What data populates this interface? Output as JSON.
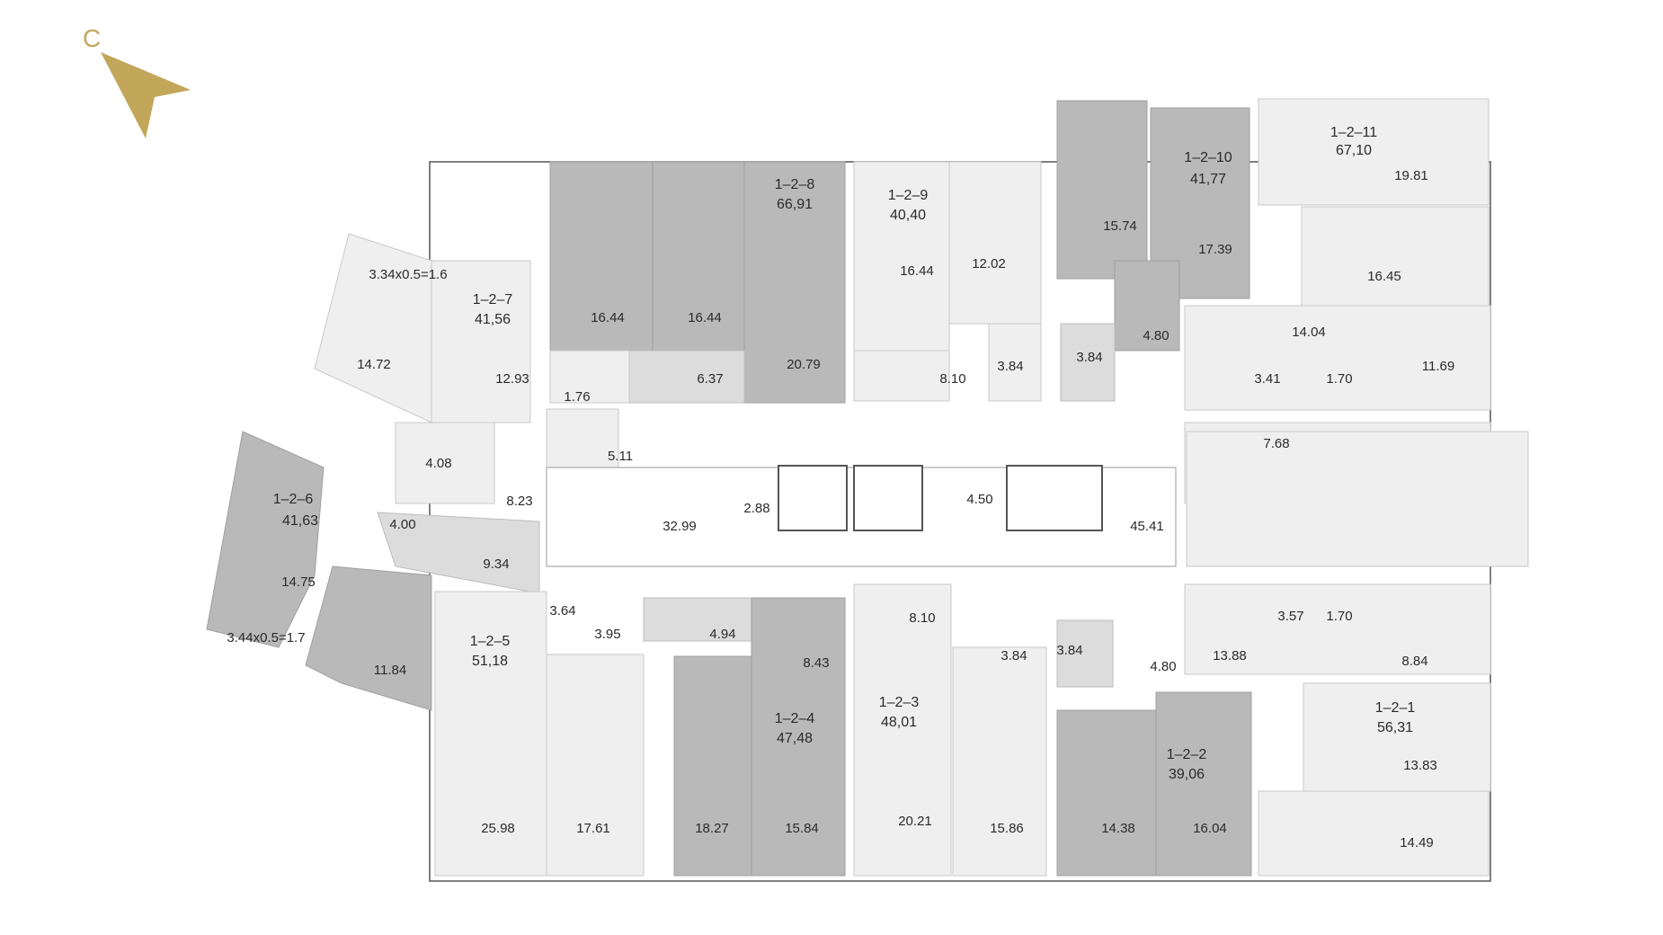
{
  "compass": {
    "letter": "С",
    "color": "#c2a65a"
  },
  "units": [
    {
      "id": "u1211",
      "name": "1–2–11",
      "area": "67,10"
    },
    {
      "id": "u1210",
      "name": "1–2–10",
      "area": "41,77"
    },
    {
      "id": "u129",
      "name": "1–2–9",
      "area": "40,40"
    },
    {
      "id": "u128",
      "name": "1–2–8",
      "area": "66,91"
    },
    {
      "id": "u127",
      "name": "1–2–7",
      "area": "41,56"
    },
    {
      "id": "u126",
      "name": "1–2–6",
      "area": "41,63"
    },
    {
      "id": "u125",
      "name": "1–2–5",
      "area": "51,18"
    },
    {
      "id": "u124",
      "name": "1–2–4",
      "area": "47,48"
    },
    {
      "id": "u123",
      "name": "1–2–3",
      "area": "48,01"
    },
    {
      "id": "u122",
      "name": "1–2–2",
      "area": "39,06"
    },
    {
      "id": "u121",
      "name": "1–2–1",
      "area": "56,31"
    }
  ],
  "rooms": [
    "3.34x0.5=1.6",
    "14.72",
    "12.93",
    "16.44",
    "16.44",
    "20.79",
    "6.37",
    "1.76",
    "5.11",
    "16.44",
    "12.02",
    "8.10",
    "3.84",
    "3.84",
    "15.74",
    "17.39",
    "4.80",
    "19.81",
    "16.45",
    "14.04",
    "3.41",
    "1.70",
    "11.69",
    "7.68",
    "4.08",
    "8.23",
    "4.00",
    "9.34",
    "14.75",
    "11.84",
    "3.44x0.5=1.7",
    "32.99",
    "2.88",
    "4.50",
    "45.41",
    "3.64",
    "3.95",
    "4.94",
    "8.43",
    "25.98",
    "17.61",
    "18.27",
    "15.84",
    "8.10",
    "20.21",
    "3.84",
    "3.84",
    "15.86",
    "4.80",
    "14.38",
    "16.04",
    "3.57",
    "1.70",
    "13.88",
    "8.84",
    "13.83",
    "14.49"
  ]
}
